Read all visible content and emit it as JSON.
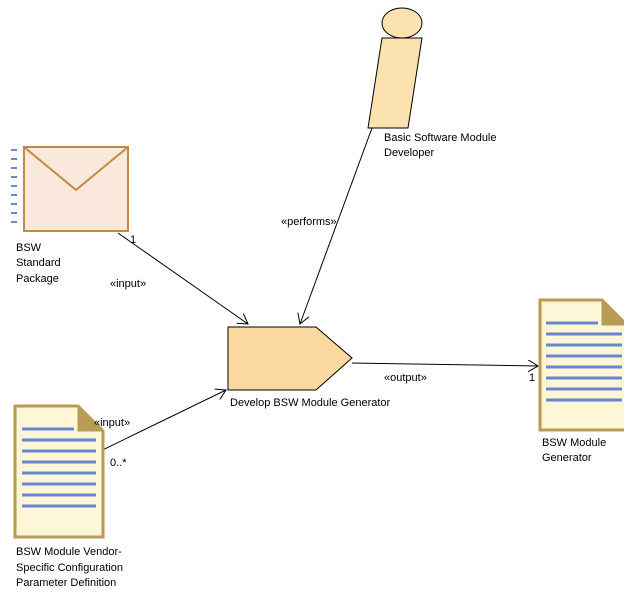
{
  "colors": {
    "role_fill": "#fbe2ae",
    "role_stroke": "#000000",
    "task_fill": "#fbd9a0",
    "package_fill": "#fae8dc",
    "package_stroke": "#c08a42",
    "doc_fill": "#fdf6d7",
    "doc_stroke": "#b89b57",
    "doc_lines": "#6a86d0",
    "edge": "#000000"
  },
  "icons": {
    "role": "role-icon",
    "task": "task-icon",
    "package": "envelope-icon",
    "document": "document-icon"
  },
  "nodes": {
    "developer": {
      "label_line1": "Basic Software Module",
      "label_line2": "Developer"
    },
    "package": {
      "label_line1": "BSW",
      "label_line2": "Standard",
      "label_line3": "Package"
    },
    "task": {
      "label": "Develop BSW Module Generator"
    },
    "vendor_doc": {
      "label_line1": "BSW Module Vendor-",
      "label_line2": "Specific Configuration",
      "label_line3": "Parameter Definition"
    },
    "generator": {
      "label_line1": "BSW Module",
      "label_line2": "Generator"
    }
  },
  "edges": {
    "performs": {
      "stereotype": "«performs»"
    },
    "package_input": {
      "stereotype": "«input»",
      "multiplicity": "1"
    },
    "vendor_input": {
      "stereotype": "«input»",
      "multiplicity": "0..*"
    },
    "output": {
      "stereotype": "«output»",
      "multiplicity": "1"
    }
  }
}
